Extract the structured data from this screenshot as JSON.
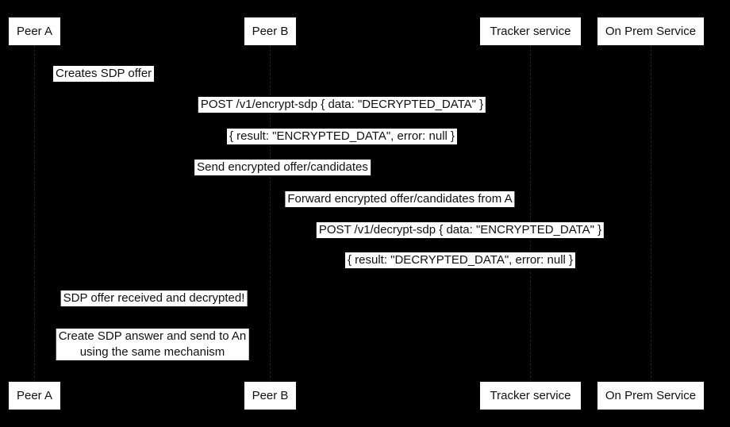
{
  "diagram": {
    "type": "sequence-diagram",
    "theme": {
      "background": "#000000",
      "participant_box_fill": "#ffffff",
      "participant_text": "#111111",
      "message_label_bg": "#ffffff",
      "message_text": "#111111",
      "lifeline_color": "#222222"
    },
    "participants": [
      {
        "id": "peer-a",
        "label": "Peer A"
      },
      {
        "id": "peer-b",
        "label": "Peer B"
      },
      {
        "id": "tracker-service",
        "label": "Tracker service"
      },
      {
        "id": "on-prem-service",
        "label": "On Prem Service"
      }
    ],
    "messages": [
      {
        "text": "Creates SDP offer"
      },
      {
        "text": "POST /v1/encrypt-sdp { data: \"DECRYPTED_DATA\" }"
      },
      {
        "text": "{ result: \"ENCRYPTED_DATA\", error: null }"
      },
      {
        "text": "Send encrypted offer/candidates"
      },
      {
        "text": "Forward encrypted offer/candidates from A"
      },
      {
        "text": "POST /v1/decrypt-sdp { data: \"ENCRYPTED_DATA\" }"
      },
      {
        "text": "{ result: \"DECRYPTED_DATA\", error: null }"
      },
      {
        "text": "SDP offer received and decrypted!"
      },
      {
        "text": "Create SDP answer and send to An\nusing the same mechanism"
      }
    ]
  }
}
